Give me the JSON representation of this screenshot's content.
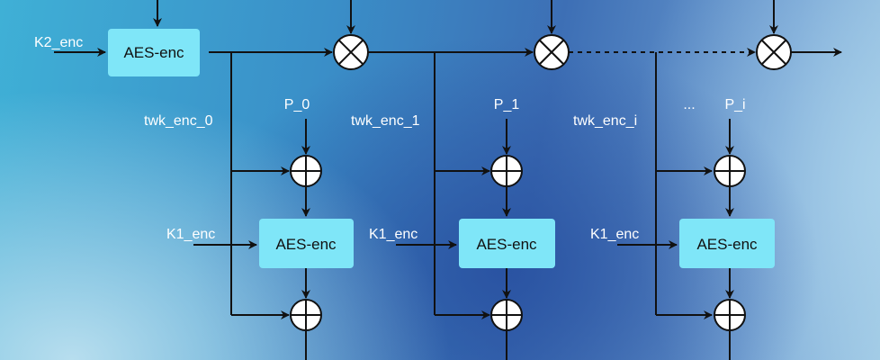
{
  "diagram": {
    "top_block": {
      "label": "AES-enc",
      "key": "K2_enc"
    },
    "blocks": [
      {
        "plaintext": "P_0",
        "tweak": "twk_enc_0",
        "key": "K1_enc",
        "label": "AES-enc"
      },
      {
        "plaintext": "P_1",
        "tweak": "twk_enc_1",
        "key": "K1_enc",
        "label": "AES-enc"
      },
      {
        "plaintext": "P_i",
        "tweak": "twk_enc_i",
        "key": "K1_enc",
        "label": "AES-enc"
      }
    ],
    "ellipsis": "...",
    "colors": {
      "box": "#7fe6f8",
      "line": "#111111",
      "label": "#ffffff"
    }
  }
}
